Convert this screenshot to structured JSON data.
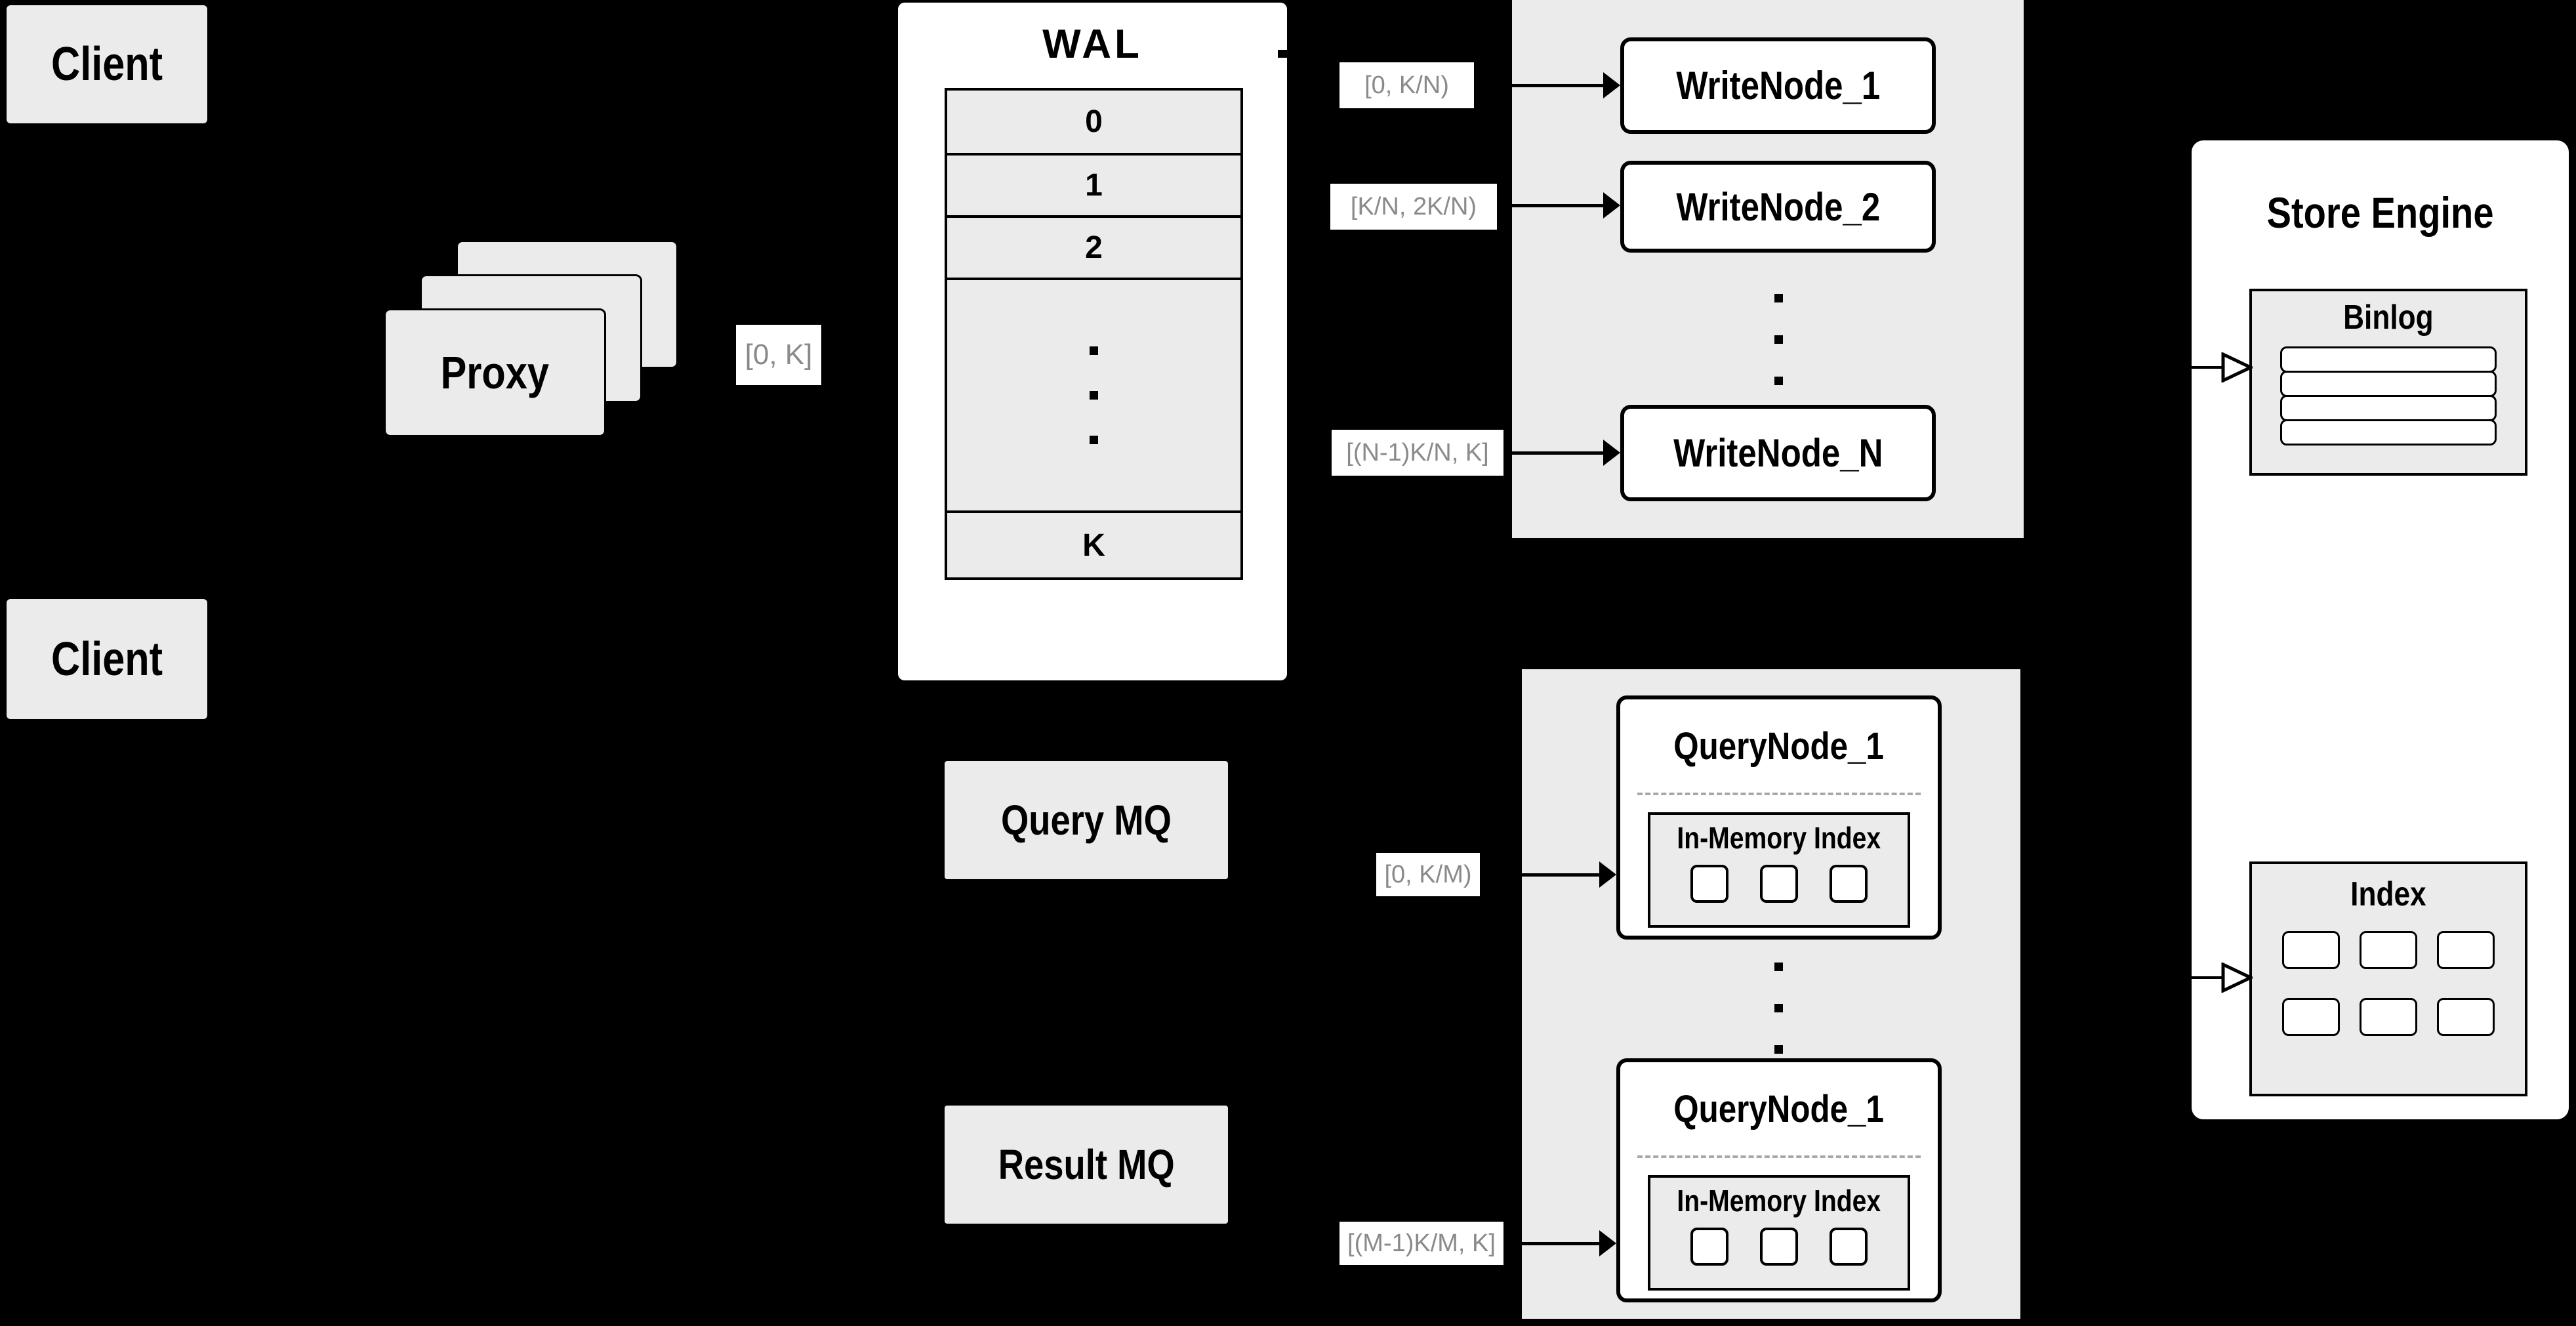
{
  "colors": {
    "background": "#000000",
    "panel_gray": "#ebebeb",
    "node_white": "#ffffff",
    "border_black": "#000000",
    "edge_label_text_gray": "#8a8a8a",
    "dashed_separator_gray": "#a8a8a8"
  },
  "clients": {
    "top": "Client",
    "bottom": "Client"
  },
  "proxy": {
    "label": "Proxy",
    "stack_count": 3
  },
  "wal": {
    "title": "WAL",
    "segments": [
      "0",
      "1",
      "2"
    ],
    "last_segment": "K",
    "ellipsis_dot_count": 3
  },
  "write_group": {
    "nodes": [
      "WriteNode_1",
      "WriteNode_2",
      "WriteNode_N"
    ],
    "ellipsis_dot_count": 3
  },
  "mq": {
    "query_label": "Query MQ",
    "result_label": "Result MQ"
  },
  "query_group": {
    "nodes": [
      {
        "title": "QueryNode_1",
        "inner_title": "In-Memory Index",
        "segment_count": 3
      },
      {
        "title": "QueryNode_1",
        "inner_title": "In-Memory Index",
        "segment_count": 3
      }
    ],
    "ellipsis_dot_count": 3
  },
  "store_engine": {
    "title": "Store Engine",
    "binlog": {
      "title": "Binlog",
      "row_count": 4
    },
    "index": {
      "title": "Index",
      "cell_count": 6
    }
  },
  "edge_labels": {
    "proxy_to_wal": "[0, K]",
    "wal_to_writenode_1": "[0, K/N)",
    "wal_to_writenode_2": "[K/N, 2K/N)",
    "wal_to_writenode_n": "[(N-1)K/N, K]",
    "query_mq_to_querynode_1": "[0, K/M)",
    "query_mq_to_querynode_m": "[(M-1)K/M, K]"
  }
}
